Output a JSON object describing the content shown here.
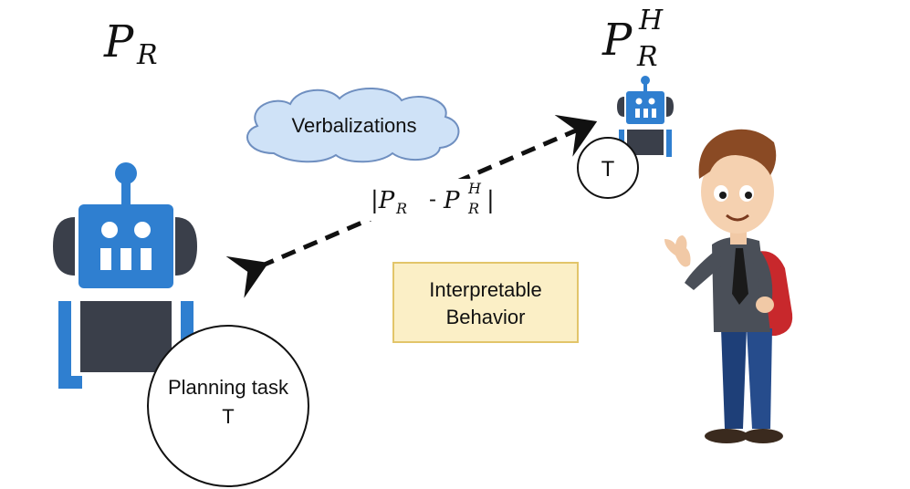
{
  "labels": {
    "robot_model_base": "P",
    "robot_model_sub": "R",
    "human_model_base": "P",
    "human_model_sub": "R",
    "human_model_sup": "H",
    "verbalizations": "Verbalizations",
    "difference_open": "|P",
    "difference_sub_r": "R",
    "difference_minus": "-",
    "difference_p": "P",
    "difference_sub_r2": "R",
    "difference_sup_h": "H",
    "difference_close": "|",
    "small_task": "T",
    "planning_task_line1": "Planning task",
    "planning_task_line2": "T",
    "interpretable_line1": "Interpretable",
    "interpretable_line2": "Behavior"
  },
  "colors": {
    "robot_blue": "#2f7fd0",
    "robot_dark": "#3a3f4a",
    "cloud_fill": "#cfe2f7",
    "cloud_stroke": "#6f8fc0",
    "note_fill": "#fbefc6",
    "note_stroke": "#e2c56a",
    "arrow": "#111111"
  },
  "icons": {
    "large_robot": "robot-icon",
    "small_robot": "robot-icon",
    "human": "person-waving-icon",
    "cloud": "cloud-icon"
  }
}
